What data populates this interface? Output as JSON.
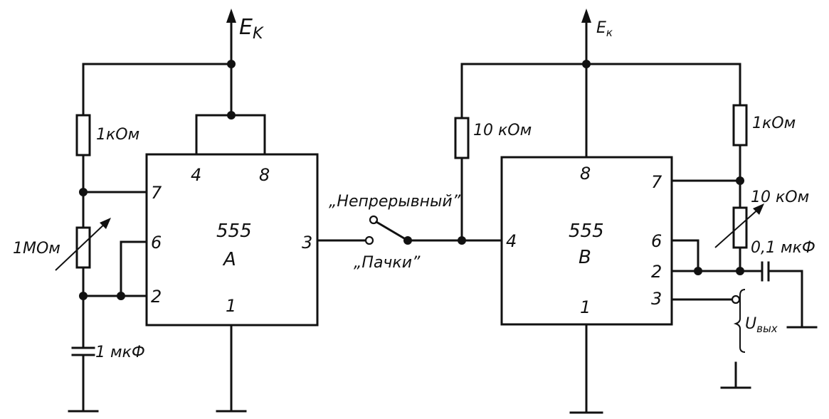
{
  "supply": {
    "left": "E",
    "left_sub": "K",
    "right": "E",
    "right_sub": "к"
  },
  "chip_a": {
    "type": "555",
    "name": "A",
    "pins": {
      "p4": "4",
      "p8": "8",
      "p7": "7",
      "p6": "6",
      "p2": "2",
      "p1": "1",
      "p3": "3"
    }
  },
  "chip_b": {
    "type": "555",
    "name": "B",
    "pins": {
      "p8": "8",
      "p4": "4",
      "p1": "1",
      "p7": "7",
      "p6": "6",
      "p2": "2",
      "p3": "3"
    }
  },
  "components": {
    "r1": "1кОм",
    "r_var_a": "1МОм",
    "c1": "1 мкФ",
    "r2": "10 кОм",
    "r3": "1кОм",
    "r_var_b": "10 кОм",
    "c2": "0,1 мкФ"
  },
  "switch": {
    "continuous": "„Непрерывный”",
    "bursts": "„Пачки”"
  },
  "output": {
    "label": "U",
    "sub": "вых"
  }
}
